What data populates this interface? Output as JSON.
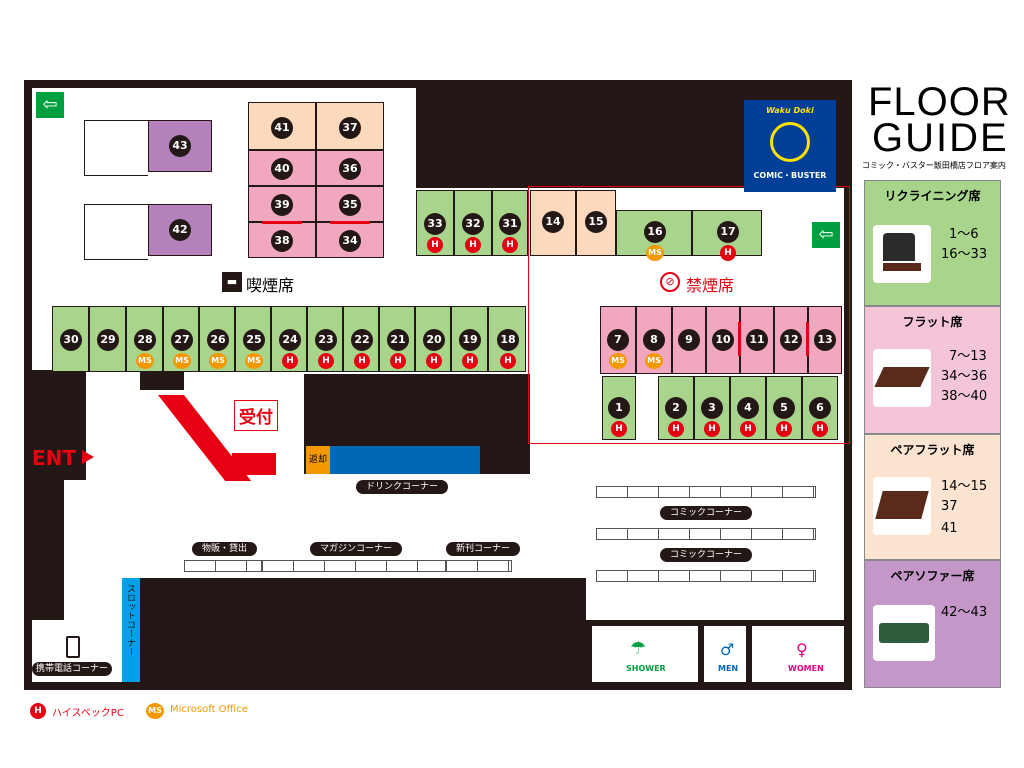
{
  "header": {
    "title_line1": "FLOOR",
    "title_line2": "GUIDE",
    "subtitle": "コミック・バスター飯田橋店フロア案内"
  },
  "logo": {
    "text": "COMIC・BUSTER",
    "tag": "Waku Doki"
  },
  "zones": {
    "smoking": "喫煙席",
    "non_smoking": "禁煙席",
    "reception": "受付",
    "entrance": "ENT",
    "return": "返却",
    "drink_corner": "ドリンクコーナー",
    "goods": "物販・貸出",
    "magazine": "マガジンコーナー",
    "new_release": "新刊コーナー",
    "comic1": "コミックコーナー",
    "comic2": "コミックコーナー",
    "slot": "スロットコーナー",
    "phone": "携帯電話コーナー",
    "shower": "SHOWER",
    "men": "MEN",
    "women": "WOMEN"
  },
  "badges": {
    "h": "H",
    "ms": "MS"
  },
  "legend_bottom": {
    "h_label": "ハイスペックPC",
    "ms_label": "Microsoft Office"
  },
  "seat_numbers": {
    "s1": "1",
    "s2": "2",
    "s3": "3",
    "s4": "4",
    "s5": "5",
    "s6": "6",
    "s7": "7",
    "s8": "8",
    "s9": "9",
    "s10": "10",
    "s11": "11",
    "s12": "12",
    "s13": "13",
    "s14": "14",
    "s15": "15",
    "s16": "16",
    "s17": "17",
    "s18": "18",
    "s19": "19",
    "s20": "20",
    "s21": "21",
    "s22": "22",
    "s23": "23",
    "s24": "24",
    "s25": "25",
    "s26": "26",
    "s27": "27",
    "s28": "28",
    "s29": "29",
    "s30": "30",
    "s31": "31",
    "s32": "32",
    "s33": "33",
    "s34": "34",
    "s35": "35",
    "s36": "36",
    "s37": "37",
    "s38": "38",
    "s39": "39",
    "s40": "40",
    "s41": "41",
    "s42": "42",
    "s43": "43"
  },
  "legend": [
    {
      "title": "リクライニング席",
      "range1": "1～6",
      "range2": "16～33",
      "range3": ""
    },
    {
      "title": "フラット席",
      "range1": "7～13",
      "range2": "34～36",
      "range3": "38～40"
    },
    {
      "title": "ペアフラット席",
      "range1": "14～15",
      "range2": "37",
      "range3": "41"
    },
    {
      "title": "ペアソファー席",
      "range1": "42～43",
      "range2": "",
      "range3": ""
    }
  ],
  "colors": {
    "recliner": "#a8d48c",
    "flat": "#f1a7c0",
    "pair_flat": "#fcd9bc",
    "pair_sofa": "#b581bd",
    "high_spec": "#e60012",
    "office": "#f39800"
  }
}
